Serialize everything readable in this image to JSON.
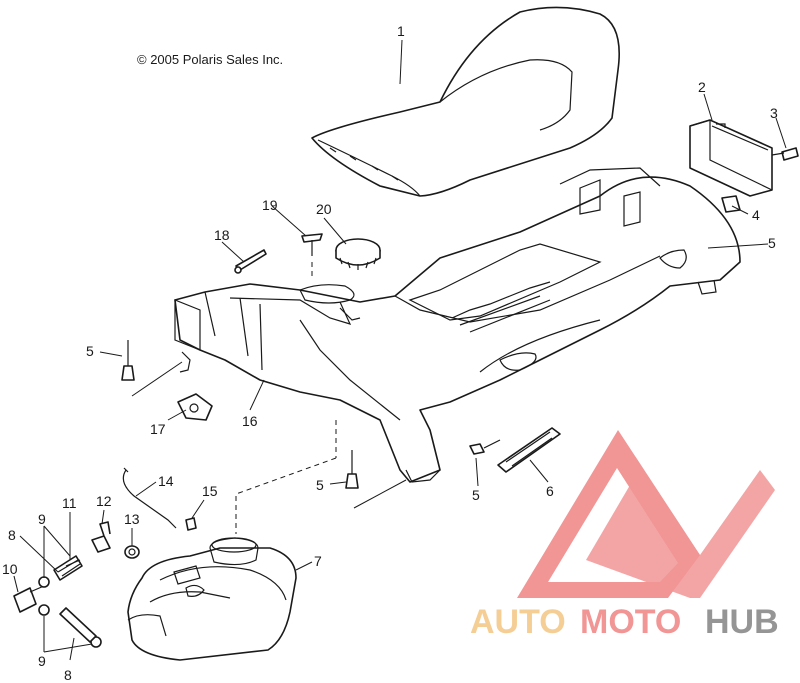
{
  "copyright": "© 2005 Polaris Sales Inc.",
  "watermark": {
    "text_part1": "AUTO",
    "text_part2": "MOTO",
    "text_part3": "HUB",
    "color_primary": "#f08a8a",
    "color_secondary": "#f5c98a",
    "color_dark": "#8a8a8a"
  },
  "callouts": [
    {
      "id": "c1",
      "label": "1"
    },
    {
      "id": "c2",
      "label": "2"
    },
    {
      "id": "c3",
      "label": "3"
    },
    {
      "id": "c4",
      "label": "4"
    },
    {
      "id": "c5a",
      "label": "5"
    },
    {
      "id": "c5b",
      "label": "5"
    },
    {
      "id": "c5c",
      "label": "5"
    },
    {
      "id": "c5d",
      "label": "5"
    },
    {
      "id": "c6",
      "label": "6"
    },
    {
      "id": "c7",
      "label": "7"
    },
    {
      "id": "c8a",
      "label": "8"
    },
    {
      "id": "c8b",
      "label": "8"
    },
    {
      "id": "c9a",
      "label": "9"
    },
    {
      "id": "c9b",
      "label": "9"
    },
    {
      "id": "c10",
      "label": "10"
    },
    {
      "id": "c11",
      "label": "11"
    },
    {
      "id": "c12",
      "label": "12"
    },
    {
      "id": "c13",
      "label": "13"
    },
    {
      "id": "c14",
      "label": "14"
    },
    {
      "id": "c15",
      "label": "15"
    },
    {
      "id": "c16",
      "label": "16"
    },
    {
      "id": "c17",
      "label": "17"
    },
    {
      "id": "c18",
      "label": "18"
    },
    {
      "id": "c19",
      "label": "19"
    },
    {
      "id": "c20",
      "label": "20"
    }
  ]
}
